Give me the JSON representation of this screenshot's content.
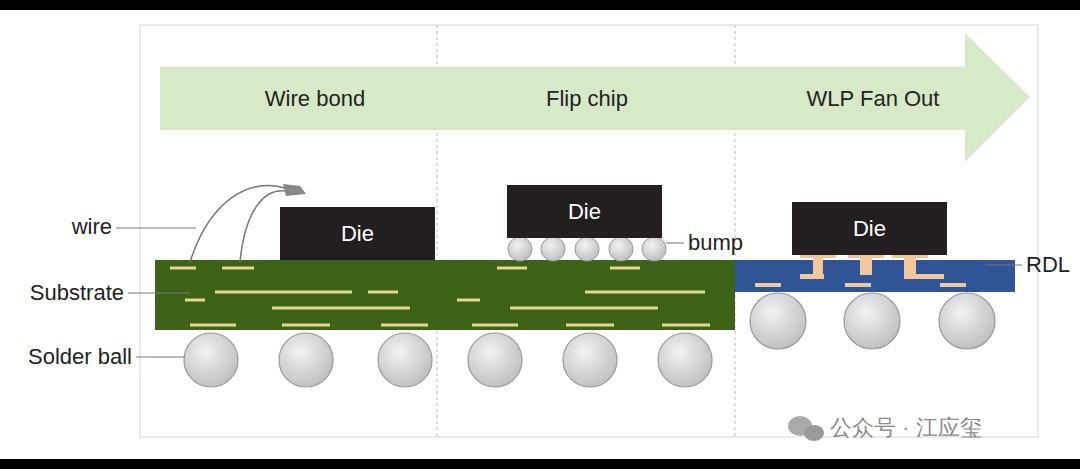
{
  "diagram": {
    "nodes": [
      {
        "text": [
          "Wire bond",
          "Flip chip",
          "WLP Fan Out"
        ]
      },
      {
        "text": [
          "Die"
        ]
      },
      {
        "text": [
          "Die"
        ]
      },
      {
        "text": [
          "Die"
        ]
      }
    ],
    "labels": [
      "wire",
      "Substrate",
      "Solder ball",
      "bump",
      "RDL",
      "公众号 · 江应玺"
    ]
  }
}
